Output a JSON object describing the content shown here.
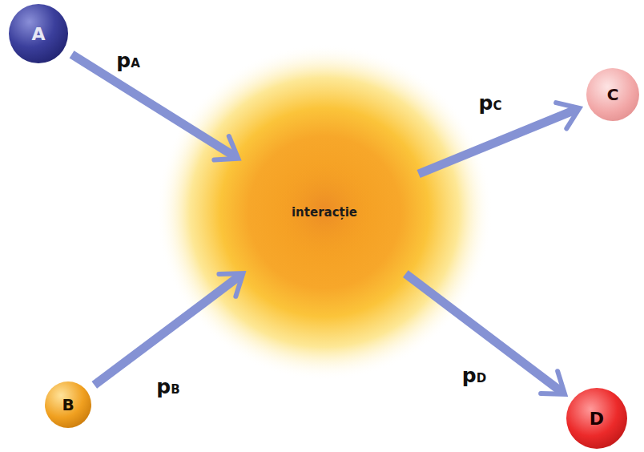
{
  "diagram": {
    "nodes": [
      {
        "text": [
          "A"
        ]
      },
      {
        "text": [
          "B"
        ]
      },
      {
        "text": [
          "interacție"
        ]
      },
      {
        "text": [
          "C"
        ]
      },
      {
        "text": [
          "D"
        ]
      }
    ],
    "edges": [
      {
        "from": 0,
        "to": 2,
        "arrow": "to",
        "label": "pA"
      },
      {
        "from": 1,
        "to": 2,
        "arrow": "to",
        "label": "pB"
      },
      {
        "from": 2,
        "to": 3,
        "arrow": "to",
        "label": "pC"
      },
      {
        "from": 2,
        "to": 4,
        "arrow": "to",
        "label": "pD"
      }
    ]
  }
}
